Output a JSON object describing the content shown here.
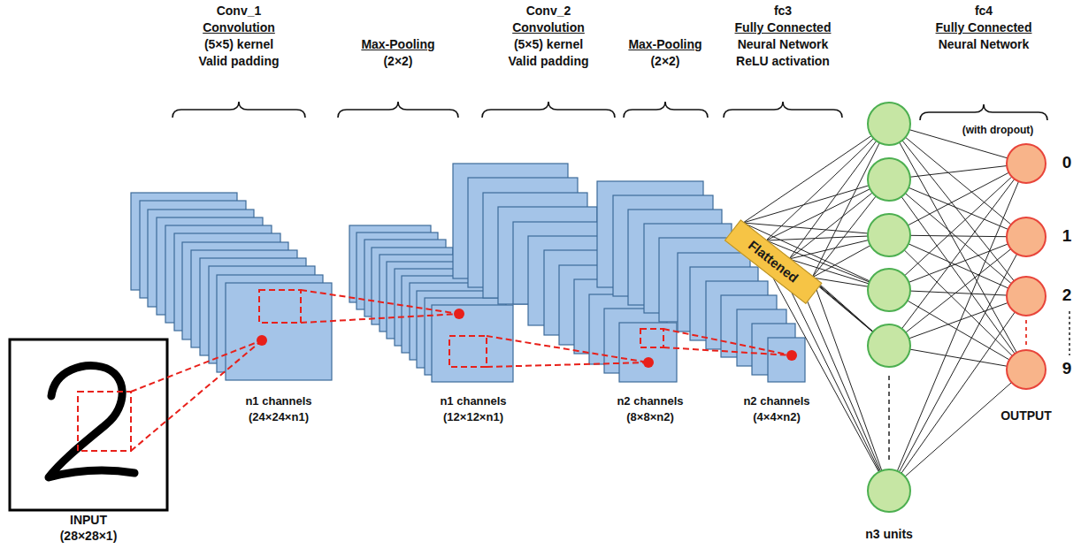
{
  "diagram": {
    "nodes": [
      {
        "text": [
          "Flattened"
        ]
      }
    ],
    "labels": [
      "Conv_1",
      "Convolution",
      "(5×5) kernel",
      "Valid padding",
      "Max-Pooling",
      "(2×2)",
      "Conv_2",
      "Convolution",
      "(5×5) kernel",
      "Valid padding",
      "Max-Pooling",
      "(2×2)",
      "fc3",
      "Fully Connected",
      "Neural Network",
      "ReLU activation",
      "fc4",
      "Fully Connected",
      "Neural Network",
      "(with dropout)",
      "0",
      "1",
      "2",
      "9",
      "OUTPUT",
      "n3 units",
      "INPUT",
      "(28×28×1)",
      "n1 channels",
      "(24×24×n1)",
      "n1 channels",
      "(12×12×n1)",
      "n2 channels",
      "(8×8×n2)",
      "n2 channels",
      "(4×4×n2)"
    ]
  }
}
